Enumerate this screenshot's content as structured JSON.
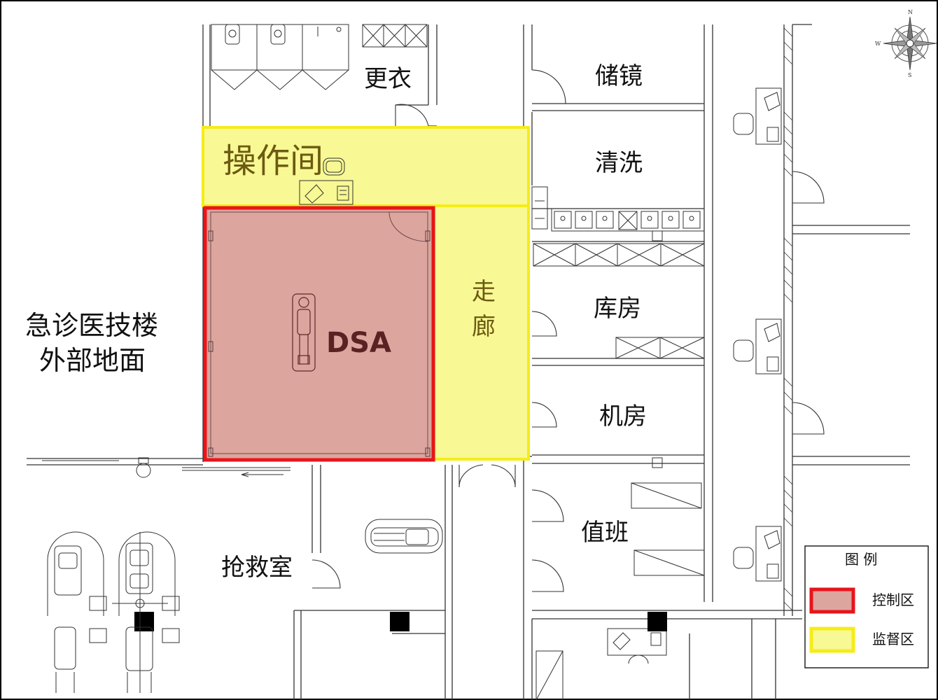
{
  "rooms": {
    "changing": "更衣",
    "mirror_storage": "储镜",
    "operation_room": "操作间",
    "cleaning": "清洗",
    "dsa": "DSA",
    "corridor_char1": "走",
    "corridor_char2": "廊",
    "warehouse": "库房",
    "machine_room": "机房",
    "on_duty": "值班",
    "emergency_room": "抢救室",
    "outside_line1": "急诊医技楼",
    "outside_line2": "外部地面"
  },
  "legend": {
    "title": "图  例",
    "items": [
      {
        "label": "控制区",
        "fill": "#dca59e",
        "stroke": "#e8141c"
      },
      {
        "label": "监督区",
        "fill": "#f8f894",
        "stroke": "#f5ec1a"
      }
    ]
  },
  "compass": {
    "north": "N",
    "south": "S",
    "west": "W"
  },
  "colors": {
    "control_fill": "#dca59e",
    "control_stroke": "#e8141c",
    "supervision_fill": "#f8f894",
    "supervision_stroke": "#f5ec1a",
    "line": "#333333",
    "operation_label": "#6b5a12",
    "dsa_label": "#5a2222"
  }
}
